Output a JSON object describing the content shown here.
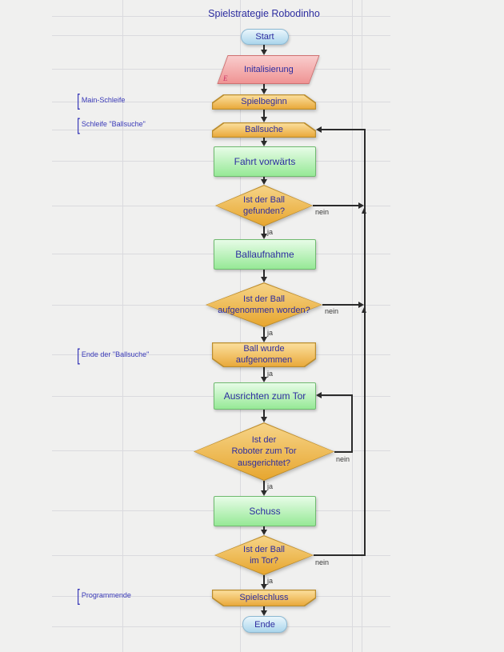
{
  "title": "Spielstrategie Robodinho",
  "labels": {
    "ja": "ja",
    "nein": "nein"
  },
  "annotations": [
    {
      "text": "Main-Schleife"
    },
    {
      "text": "Schleife \"Ballsuche\""
    },
    {
      "text": "Ende der \"Ballsuche\""
    },
    {
      "text": "Programmende"
    }
  ],
  "nodes": {
    "start": "Start",
    "init": {
      "label": "Initalisierung",
      "marker": "E"
    },
    "spielbeginn": "Spielbeginn",
    "ballsuche": "Ballsuche",
    "fahrt": "Fahrt vorwärts",
    "d1": [
      "Ist der Ball",
      "gefunden?"
    ],
    "ballaufnahme": "Ballaufnahme",
    "d2": [
      "Ist der Ball",
      "aufgenommen worden?"
    ],
    "ball_wurde": [
      "Ball wurde",
      "aufgenommen"
    ],
    "ausrichten": "Ausrichten zum Tor",
    "d3": [
      "Ist der",
      "Roboter zum Tor",
      "ausgerichtet?"
    ],
    "schuss": "Schuss",
    "d4": [
      "Ist der Ball",
      "im Tor?"
    ],
    "spielschluss": "Spielschluss",
    "ende": "Ende"
  },
  "colors": {
    "bg": "#f0f0ef",
    "grid": "#dadade",
    "line": "#2b2b2b",
    "node_text": "#2d2da0",
    "side_label": "#3a3ab8",
    "ja_nein": "#3a3a3a",
    "terminator_top": "#eaf6fc",
    "terminator_bottom": "#abd6ec",
    "terminator_border": "#8cb8d2",
    "init_top": "#f9cccc",
    "init_bottom": "#ef9494",
    "init_border": "#d07070",
    "init_marker": "#cc3366",
    "loop_top": "#fbdf9d",
    "loop_bottom": "#e9a93b",
    "loop_border": "#bb8d2e",
    "process_top": "#e7fce7",
    "process_bottom": "#96e996",
    "process_border": "#6fba6f",
    "decision_top": "#f6d488",
    "decision_bottom": "#e7a62f",
    "decision_border": "#bd8c2a"
  }
}
